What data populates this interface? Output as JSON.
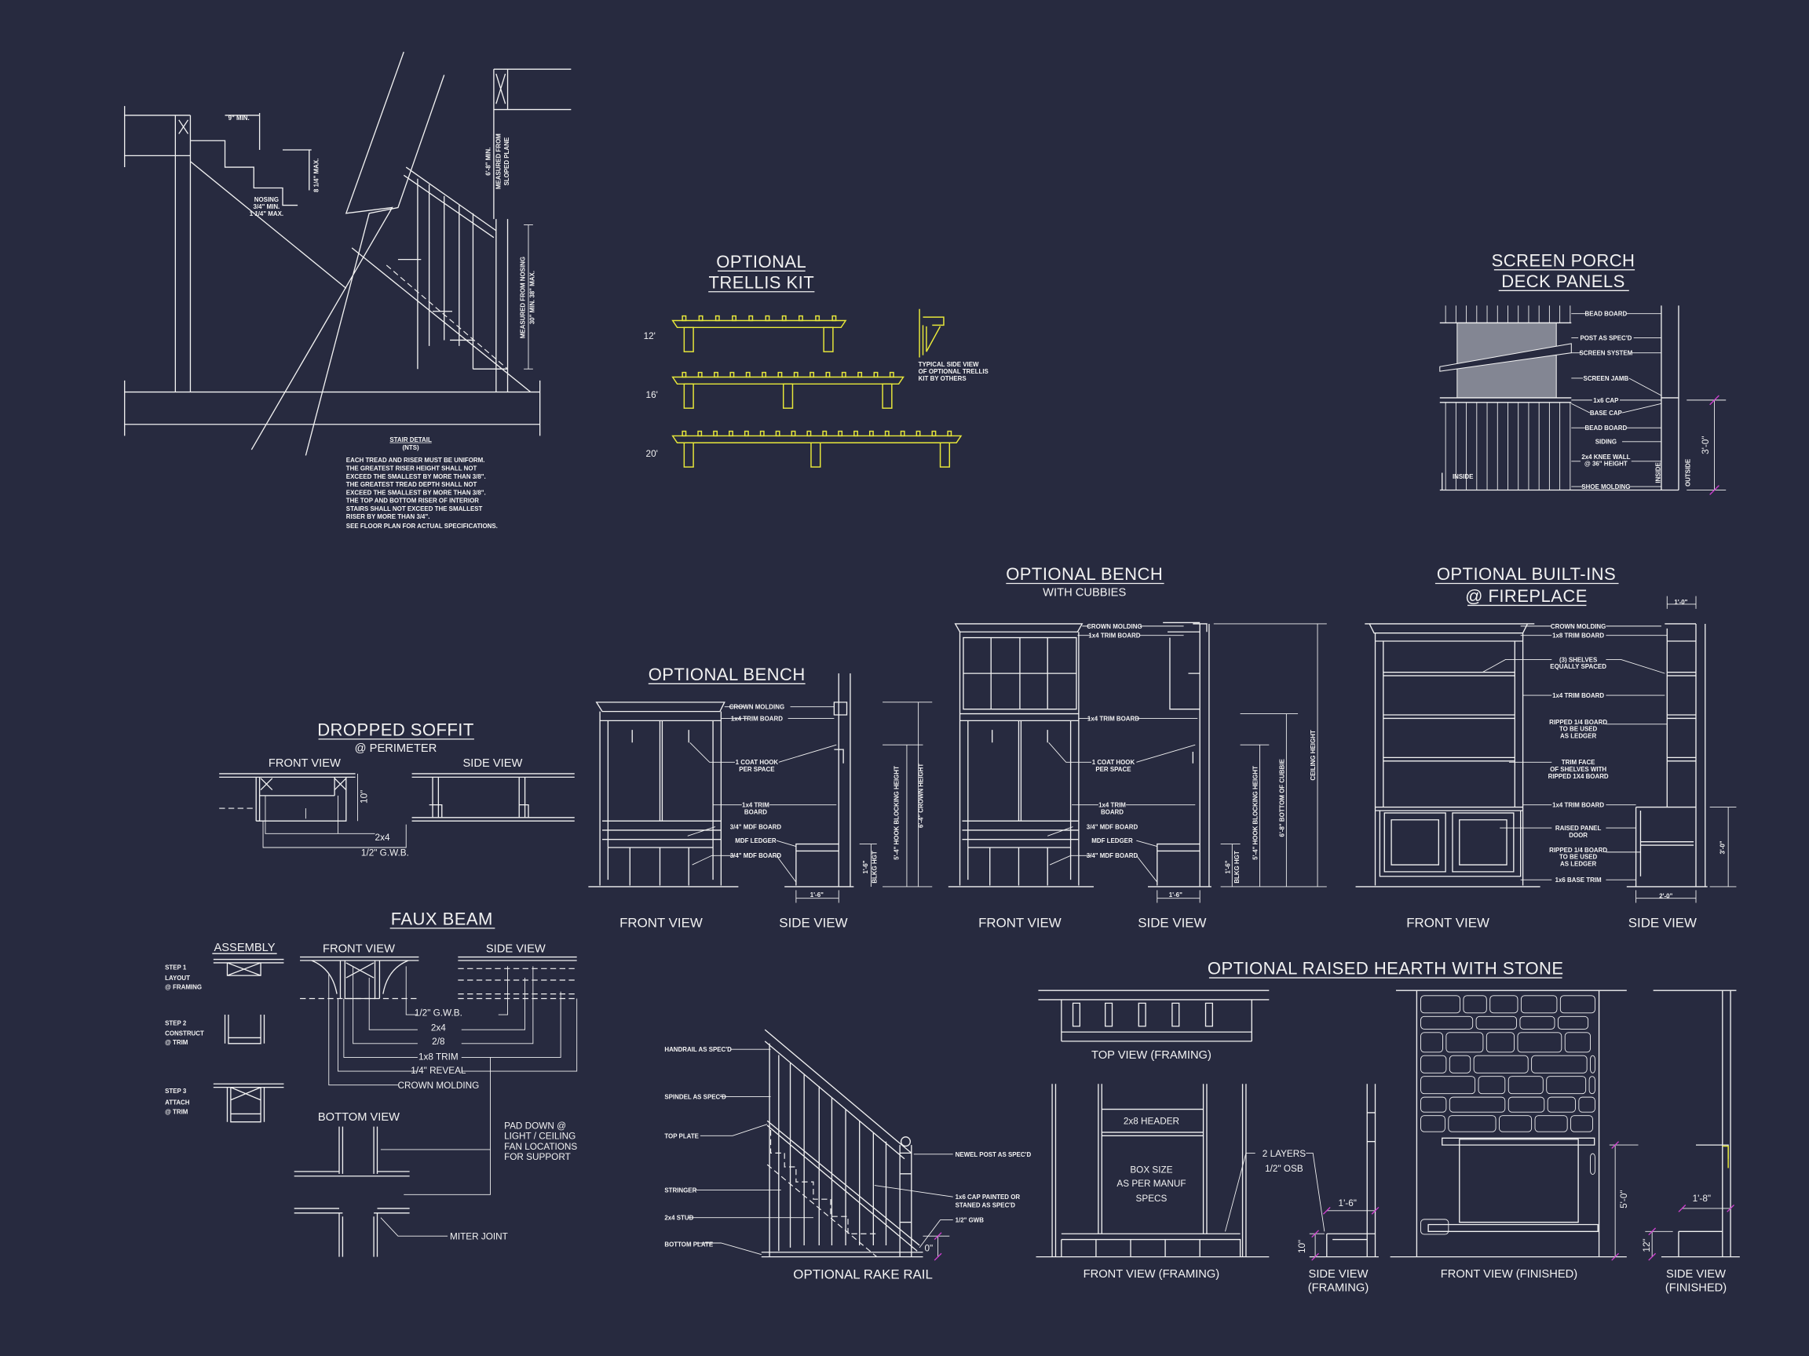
{
  "colors": {
    "background": "#272a3f",
    "linework": "#f2f2f2",
    "trellis": "#e8e83a",
    "dimension_ticks": "#d040d0"
  },
  "stair_detail": {
    "title": "STAIR DETAIL",
    "scale": "(NTS)",
    "tread_dim": "9\" MIN.",
    "riser_dim": "8 1/4\" MAX.",
    "nosing": [
      "NOSING",
      "3/4\" MIN.",
      "1 1/4\" MAX."
    ],
    "headroom": [
      "6'-8\" MIN.",
      "MEASURED FROM",
      "SLOPED PLANE"
    ],
    "rail_height": [
      "MEASURED FROM NOSING",
      "30\" MIN. 38\" MAX."
    ],
    "notes": [
      "EACH TREAD AND RISER MUST BE UNIFORM.",
      "THE GREATEST RISER HEIGHT SHALL NOT",
      "EXCEED THE SMALLEST BY MORE THAN 3/8\".",
      "THE GREATEST TREAD DEPTH SHALL NOT",
      "EXCEED THE SMALLEST BY MORE THAN 3/8\".",
      "THE TOP AND BOTTOM RISER OF INTERIOR",
      "STAIRS SHALL NOT EXCEED THE SMALLEST",
      "RISER BY MORE THAN 3/4\".",
      "SEE FLOOR PLAN FOR ACTUAL SPECIFICATIONS."
    ]
  },
  "trellis": {
    "title": [
      "OPTIONAL",
      "TRELLIS KIT"
    ],
    "sizes": [
      "12'",
      "16'",
      "20'"
    ],
    "side_note": [
      "TYPICAL SIDE VIEW",
      "OF OPTIONAL TRELLIS",
      "KIT BY OTHERS"
    ]
  },
  "screen_porch": {
    "title": [
      "SCREEN PORCH",
      "DECK PANELS"
    ],
    "labels": [
      "BEAD BOARD",
      "POST AS SPEC'D",
      "SCREEN SYSTEM",
      "SCREEN JAMB",
      "1x6 CAP",
      "BASE CAP",
      "BEAD BOARD",
      "SIDING",
      "2x4 KNEE WALL",
      "@ 36\" HEIGHT",
      "SHOE MOLDING"
    ],
    "inside": "INSIDE",
    "outside": "OUTSIDE",
    "height": "3'-0\""
  },
  "soffit": {
    "title": "DROPPED SOFFIT",
    "subtitle": "@ PERIMETER",
    "front_view": "FRONT VIEW",
    "side_view": "SIDE VIEW",
    "labels": [
      "2x4",
      "1/2\" G.W.B."
    ],
    "height": "10\""
  },
  "bench": {
    "title": "OPTIONAL BENCH",
    "labels": [
      "CROWN MOLDING",
      "1x4 TRIM BOARD",
      "1 COAT HOOK",
      "PER SPACE",
      "1x4 TRIM",
      "BOARD",
      "3/4\" MDF BOARD",
      "MDF LEDGER",
      "3/4\" MDF BOARD"
    ],
    "depth": "1'-6\"",
    "dims": [
      "1'-6\"",
      "BLKG HGT",
      "5'-4\" HOOK BLOCKING HEIGHT",
      "6'-4\" CROWN HEIGHT"
    ],
    "front_view": "FRONT VIEW",
    "side_view": "SIDE VIEW"
  },
  "bench_cubbies": {
    "title": "OPTIONAL BENCH",
    "subtitle": "WITH CUBBIES",
    "labels": [
      "CROWN MOLDING",
      "1x4 TRIM BOARD",
      "1x4 TRIM BOARD",
      "1 COAT HOOK",
      "PER SPACE",
      "1x4 TRIM",
      "BOARD",
      "3/4\" MDF BOARD",
      "MDF LEDGER",
      "3/4\" MDF BOARD"
    ],
    "depth": "1'-6\"",
    "dims": [
      "1'-6\"",
      "BLKG HGT",
      "5'-4\" HOOK BLOCKING HEIGHT",
      "6'-8\" BOTTOM OF CUBBIE",
      "CEILING HEIGHT"
    ],
    "front_view": "FRONT VIEW",
    "side_view": "SIDE VIEW"
  },
  "builtins": {
    "title": "OPTIONAL BUILT-INS",
    "subtitle": "@ FIREPLACE",
    "labels": [
      "CROWN MOLDING",
      "1x8 TRIM BOARD",
      "(3) SHELVES",
      "EQUALLY SPACED",
      "1x4 TRIM BOARD",
      "RIPPED 1/4 BOARD",
      "TO BE USED",
      "AS LEDGER",
      "TRIM FACE",
      "OF SHELVES WITH",
      "RIPPED 1X4 BOARD",
      "1x4 TRIM BOARD",
      "RAISED PANEL",
      "DOOR",
      "RIPPED 1/4 BOARD",
      "TO BE USED",
      "AS LEDGER",
      "1x6 BASE TRIM"
    ],
    "top_dim": "1'-0\"",
    "depth": "2'-0\"",
    "height": "3'-0\"",
    "front_view": "FRONT VIEW",
    "side_view": "SIDE VIEW"
  },
  "faux_beam": {
    "title": "FAUX BEAM",
    "assembly": "ASSEMBLY",
    "steps": [
      [
        "STEP 1",
        "LAYOUT",
        "@ FRAMING"
      ],
      [
        "STEP 2",
        "CONSTRUCT",
        "@ TRIM"
      ],
      [
        "STEP 3",
        "ATTACH",
        "@ TRIM"
      ]
    ],
    "front_view": "FRONT VIEW",
    "side_view": "SIDE VIEW",
    "labels": [
      "1/2\" G.W.B.",
      "2x4",
      "2/8",
      "1x8 TRIM",
      "1/4\" REVEAL",
      "CROWN MOLDING"
    ],
    "bottom_view": "BOTTOM VIEW",
    "pad_note": [
      "PAD DOWN @",
      "LIGHT / CEILING",
      "FAN LOCATIONS",
      "FOR SUPPORT"
    ],
    "miter": "MITER JOINT"
  },
  "rake_rail": {
    "title": "OPTIONAL RAKE RAIL",
    "left_labels": [
      "HANDRAIL AS SPEC'D",
      "SPINDEL AS SPEC'D",
      "TOP PLATE",
      "STRINGER",
      "2x4 STUD",
      "BOTTOM PLATE"
    ],
    "right_labels": [
      "NEWEL POST AS SPEC'D",
      "1x6 CAP PAINTED OR",
      "STANED AS SPEC'D",
      "1/2\" GWB"
    ],
    "dim": "0\""
  },
  "hearth": {
    "title": "OPTIONAL RAISED HEARTH WITH STONE",
    "top_view": "TOP VIEW (FRAMING)",
    "header": "2x8 HEADER",
    "box": [
      "BOX SIZE",
      "AS PER MANUF",
      "SPECS"
    ],
    "osb": [
      "2 LAYERS",
      "1/2\" OSB"
    ],
    "framing_depth": "1'-6\"",
    "framing_height": "10\"",
    "finished_height": "5'-0\"",
    "finished_depth": "1'-8\"",
    "finished_hearth": "12\"",
    "front_framing": "FRONT VIEW (FRAMING)",
    "side_framing": [
      "SIDE VIEW",
      "(FRAMING)"
    ],
    "front_finished": "FRONT VIEW (FINISHED)",
    "side_finished": [
      "SIDE VIEW",
      "(FINISHED)"
    ]
  }
}
